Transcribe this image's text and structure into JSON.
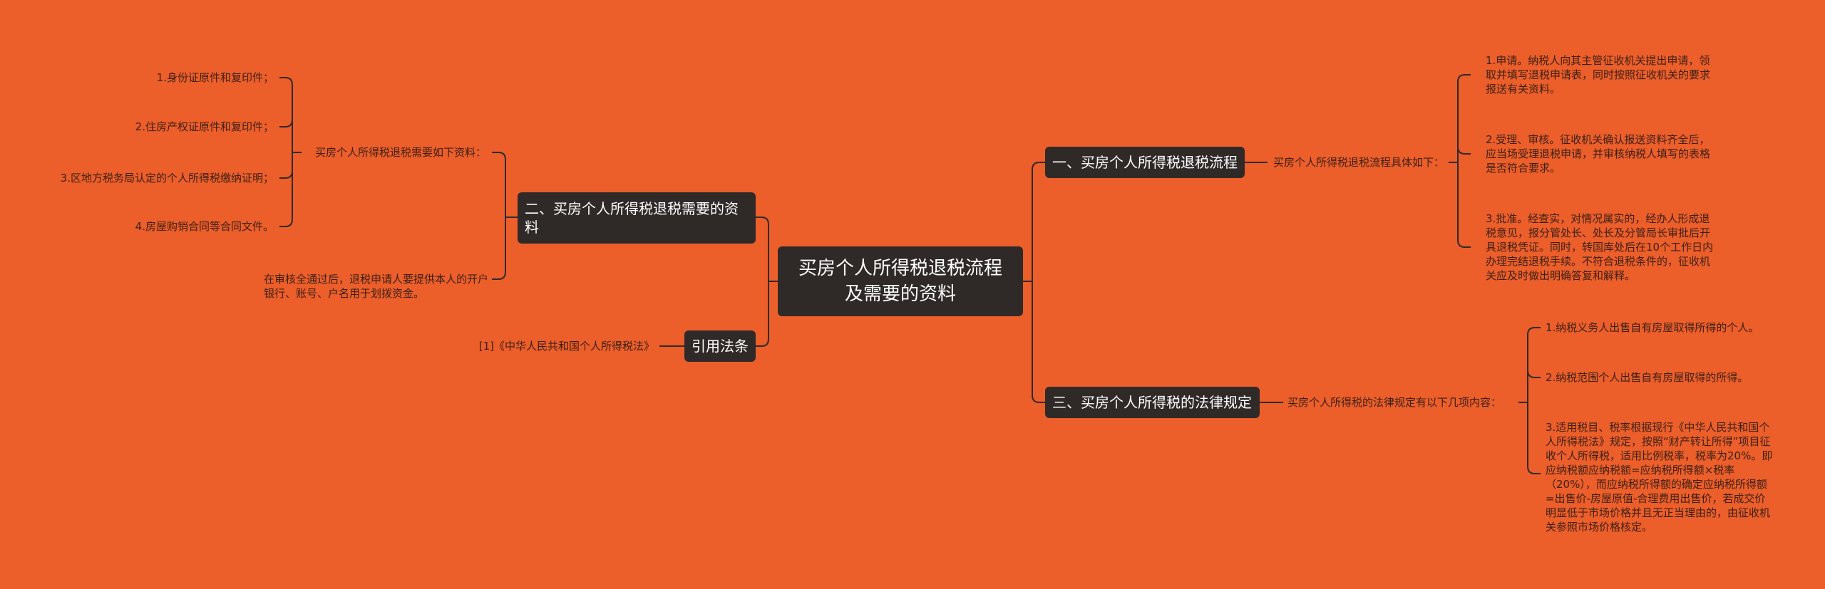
{
  "root": "买房个人所得税退税流程及需要的资料",
  "branches": {
    "b1": {
      "title": "一、买房个人所得税退税流程",
      "summary": "买房个人所得税退税流程具体如下：",
      "items": [
        "1.申请。纳税人向其主管征收机关提出申请，领取并填写退税申请表，同时按照征收机关的要求报送有关资料。",
        "2.受理、审核。征收机关确认报送资料齐全后，应当场受理退税申请，并审核纳税人填写的表格是否符合要求。",
        "3.批准。经查实，对情况属实的，经办人形成退税意见，报分管处长、处长及分管局长审批后开具退税凭证。同时，转国库处后在10个工作日内办理完结退税手续。不符合退税条件的，征收机关应及时做出明确答复和解释。"
      ]
    },
    "b3": {
      "title": "三、买房个人所得税的法律规定",
      "summary": "买房个人所得税的法律规定有以下几项内容：",
      "items": [
        "1.纳税义务人出售自有房屋取得所得的个人。",
        "2.纳税范围个人出售自有房屋取得的所得。",
        "3.适用税目、税率根据现行《中华人民共和国个人所得税法》规定，按照“财产转让所得”项目征收个人所得税，适用比例税率，税率为20%。即应纳税额应纳税额=应纳税所得额×税率（20%），而应纳税所得额的确定应纳税所得额=出售价-房屋原值-合理费用出售价，若成交价明显低于市场价格并且无正当理由的，由征收机关参照市场价格核定。"
      ]
    },
    "b2": {
      "title": "二、买房个人所得税退税需要的资料",
      "summary": "买房个人所得税退税需要如下资料：",
      "items": [
        "1.身份证原件和复印件；",
        "2.住房产权证原件和复印件；",
        "3.区地方税务局认定的个人所得税缴纳证明；",
        "4.房屋购销合同等合同文件。"
      ],
      "note": "在审核全通过后，退税申请人要提供本人的开户银行、账号、户名用于划拨资金。"
    },
    "law": {
      "title": "引用法条",
      "items": [
        "[1]《中华人民共和国个人所得税法》"
      ]
    }
  }
}
